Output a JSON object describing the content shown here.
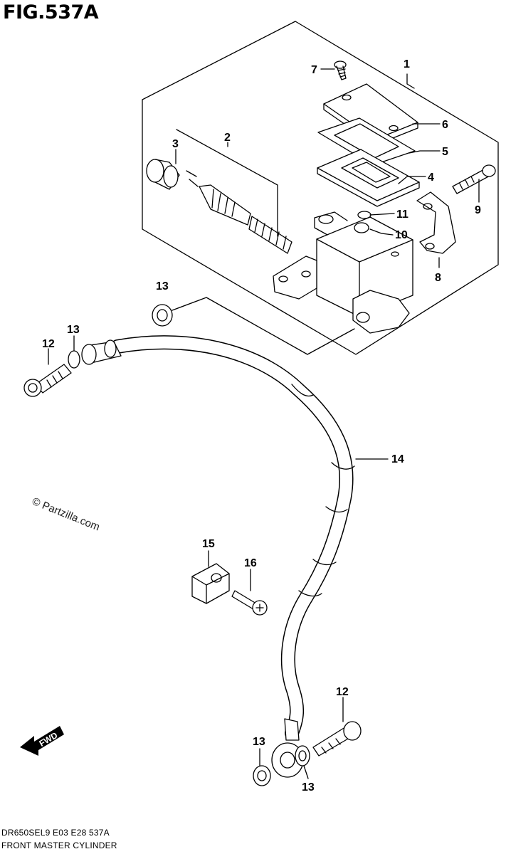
{
  "figure": {
    "title": "FIG.537A"
  },
  "callouts": [
    {
      "id": "c1",
      "label": "1"
    },
    {
      "id": "c2",
      "label": "2"
    },
    {
      "id": "c3",
      "label": "3"
    },
    {
      "id": "c4",
      "label": "4"
    },
    {
      "id": "c5",
      "label": "5"
    },
    {
      "id": "c6",
      "label": "6"
    },
    {
      "id": "c7",
      "label": "7"
    },
    {
      "id": "c8",
      "label": "8"
    },
    {
      "id": "c9",
      "label": "9"
    },
    {
      "id": "c10",
      "label": "10"
    },
    {
      "id": "c11",
      "label": "11"
    },
    {
      "id": "c12a",
      "label": "12"
    },
    {
      "id": "c12b",
      "label": "12"
    },
    {
      "id": "c13a",
      "label": "13"
    },
    {
      "id": "c13b",
      "label": "13"
    },
    {
      "id": "c13c",
      "label": "13"
    },
    {
      "id": "c13d",
      "label": "13"
    },
    {
      "id": "c14",
      "label": "14"
    },
    {
      "id": "c15",
      "label": "15"
    },
    {
      "id": "c16",
      "label": "16"
    }
  ],
  "watermark": "© Partzilla.com",
  "direction_badge": "FWD",
  "footer": {
    "code": "DR650SEL9  E03  E28  537A",
    "name": "FRONT MASTER CYLINDER"
  }
}
